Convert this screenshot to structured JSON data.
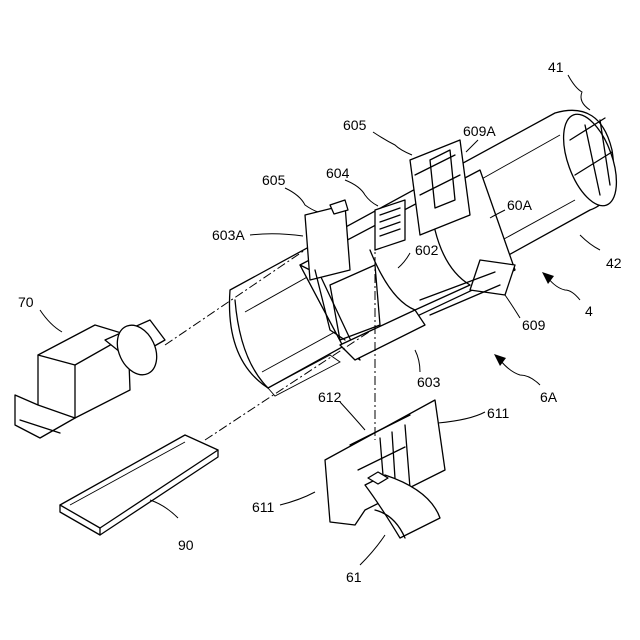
{
  "labels": {
    "l41": "41",
    "l42": "42",
    "l605a": "605",
    "l605b": "605",
    "l609A": "609A",
    "l604": "604",
    "l60A": "60A",
    "l603A": "603A",
    "l602": "602",
    "l609": "609",
    "l4": "4",
    "l603": "603",
    "l6A": "6A",
    "l70": "70",
    "l612": "612",
    "l611a": "611",
    "l611b": "611",
    "l90": "90",
    "l61": "61"
  }
}
